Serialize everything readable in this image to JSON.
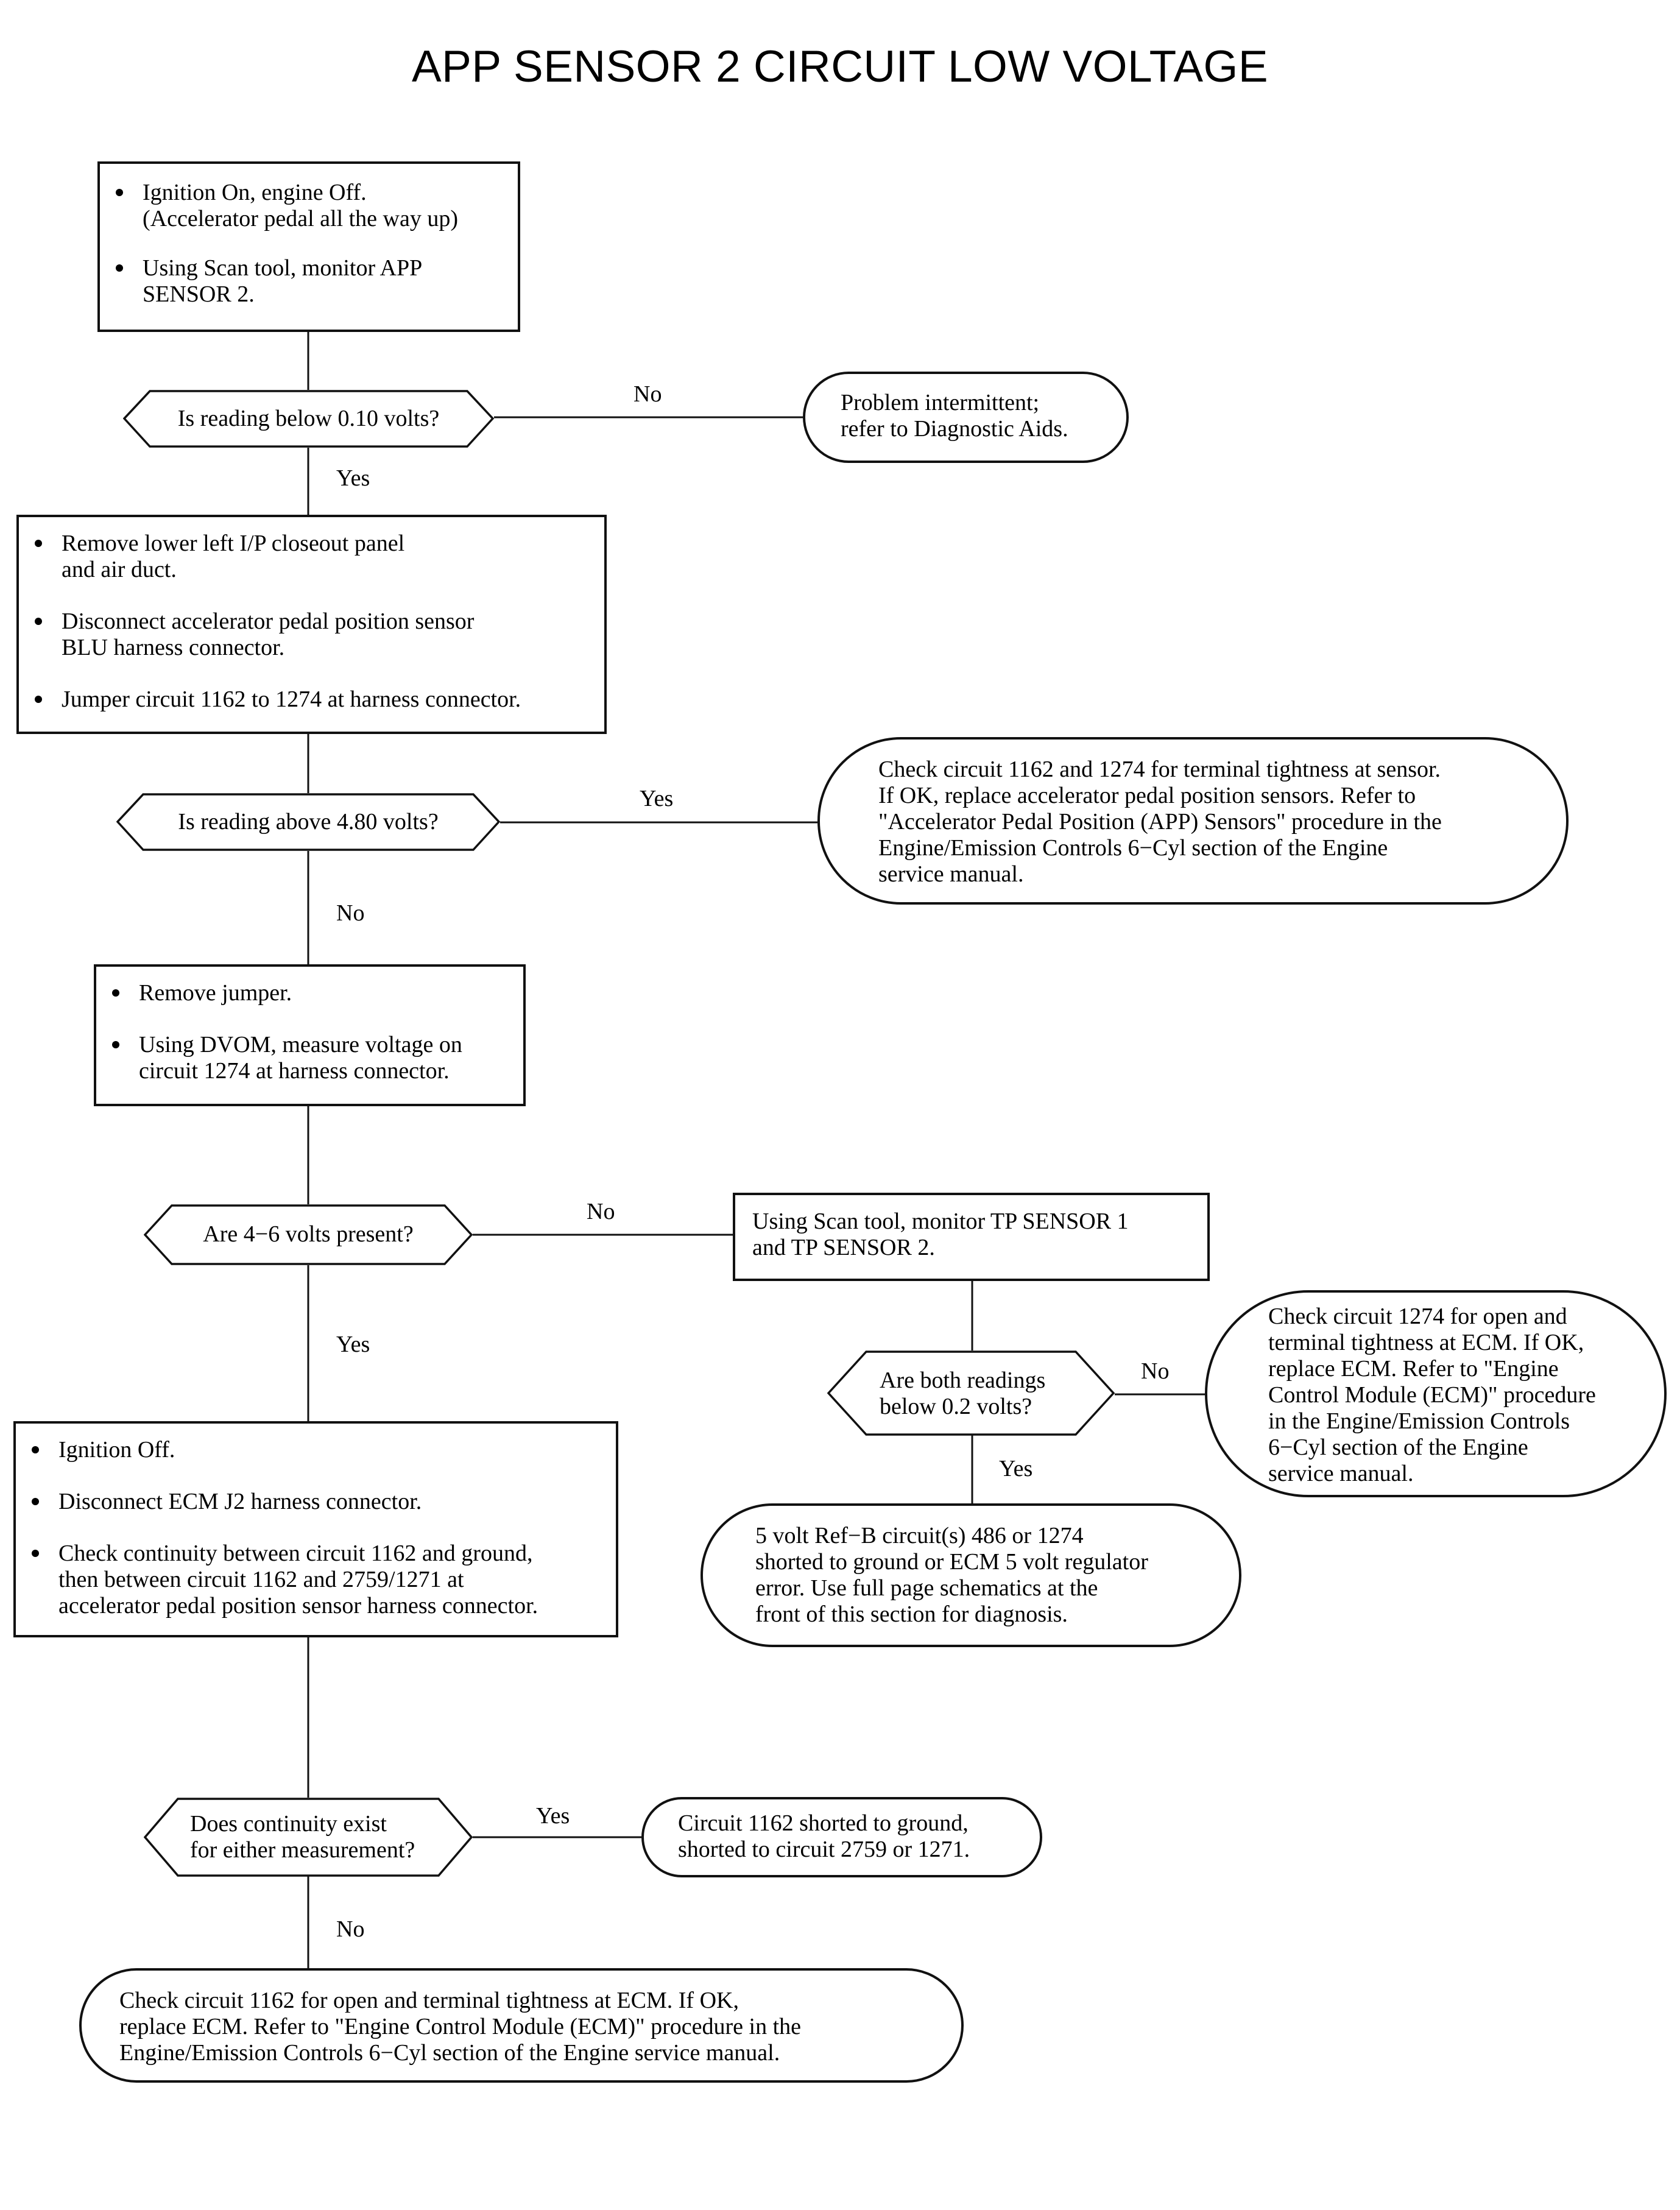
{
  "title": "APP SENSOR 2 CIRCUIT LOW VOLTAGE",
  "nodes": {
    "step1": {
      "bullets": [
        "Ignition On, engine Off.\n(Accelerator pedal all the way up)",
        "Using Scan tool, monitor APP\nSENSOR 2."
      ]
    },
    "q1": {
      "text": "Is reading below 0.10 volts?"
    },
    "t1": {
      "text": "Problem intermittent;\nrefer to Diagnostic Aids."
    },
    "step2": {
      "bullets": [
        "Remove lower left I/P closeout panel\nand air duct.",
        "Disconnect accelerator pedal position sensor\nBLU harness connector.",
        "Jumper circuit 1162 to 1274 at harness connector."
      ]
    },
    "q2": {
      "text": "Is reading above 4.80 volts?"
    },
    "t2": {
      "text": "Check circuit 1162 and 1274 for terminal tightness at sensor.\nIf OK, replace accelerator pedal position sensors. Refer to\n\"Accelerator Pedal Position (APP) Sensors\" procedure in the\nEngine/Emission Controls 6−Cyl section of the Engine\nservice manual."
    },
    "step3": {
      "bullets": [
        "Remove jumper.",
        "Using DVOM, measure voltage on\ncircuit 1274 at harness connector."
      ]
    },
    "q3": {
      "text": "Are 4−6 volts present?"
    },
    "step4": {
      "text": "Using Scan tool, monitor TP SENSOR 1\nand TP SENSOR 2."
    },
    "q4": {
      "text": "Are both readings\nbelow 0.2 volts?"
    },
    "t3": {
      "text": "Check circuit 1274 for open and\nterminal tightness at ECM. If OK,\nreplace ECM. Refer to \"Engine\nControl Module (ECM)\" procedure\nin the Engine/Emission Controls\n6−Cyl section of the Engine\nservice manual."
    },
    "t4": {
      "text": "5 volt Ref−B circuit(s) 486 or 1274\nshorted to ground or ECM 5 volt regulator\nerror. Use full page schematics at the\nfront of this section for diagnosis."
    },
    "step5": {
      "bullets": [
        "Ignition Off.",
        "Disconnect ECM J2 harness connector.",
        "Check continuity between circuit 1162 and ground,\nthen between circuit 1162 and 2759/1271 at\naccelerator pedal position sensor harness connector."
      ]
    },
    "q5": {
      "text": "Does continuity exist\nfor either measurement?"
    },
    "t5": {
      "text": "Circuit 1162 shorted to ground,\nshorted to circuit 2759 or 1271."
    },
    "t6": {
      "text": "Check circuit 1162 for open and terminal tightness at ECM. If OK,\nreplace ECM. Refer to \"Engine Control Module (ECM)\" procedure in the\nEngine/Emission Controls 6−Cyl section of the Engine service manual."
    }
  },
  "edge_labels": {
    "q1_no": "No",
    "q1_yes": "Yes",
    "q2_yes": "Yes",
    "q2_no": "No",
    "q3_no": "No",
    "q3_yes": "Yes",
    "q4_no": "No",
    "q4_yes": "Yes",
    "q5_yes": "Yes",
    "q5_no": "No"
  }
}
